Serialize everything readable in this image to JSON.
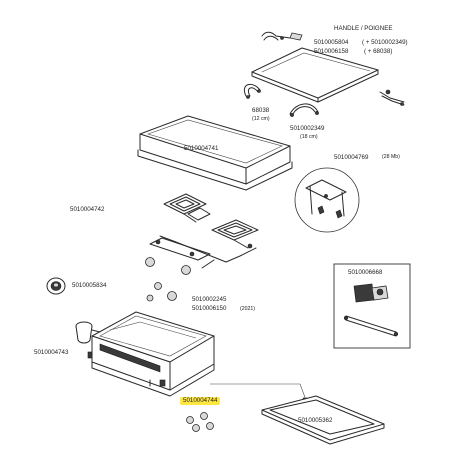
{
  "labels": {
    "handle_title": "HANDLE / POIGNEE",
    "p5010005804": "5010005804",
    "p5010005804_alt": "( + 5010002349)",
    "p5010006158": "5010006158",
    "p5010006158_alt": "( + 68038)",
    "p68038": "68038",
    "p68038_size": "(12 cm)",
    "p5010002349": "5010002349",
    "p5010002349_size": "(18 cm)",
    "p5010004741": "5010004741",
    "p5010004769": "5010004769",
    "p5010004769_note": "(28 Mb)",
    "p5010004742": "5010004742",
    "p5010006668": "5010006668",
    "p5010005834": "5010005834",
    "p5010002245": "5010002245",
    "p5010006150": "5010006150",
    "p5010006150_note": "(2021)",
    "p5010004743": "5010004743",
    "p5010004744": "5010004744",
    "p5010005362": "5010005362"
  },
  "colors": {
    "highlight": "#ffe640",
    "line": "#2a2a2a"
  }
}
